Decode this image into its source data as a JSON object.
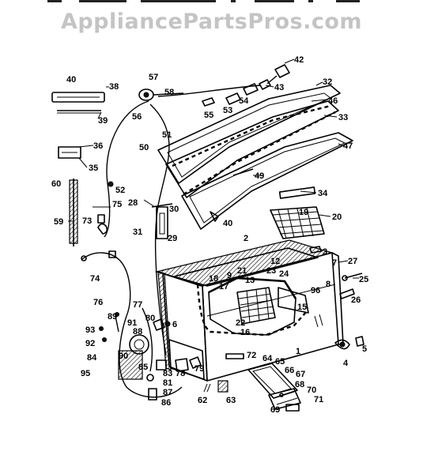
{
  "watermark": "AppliancePartsPros.com",
  "part_labels": [
    "42",
    "57",
    "58",
    "43",
    "40",
    "38",
    "32",
    "53",
    "54",
    "46",
    "55",
    "39",
    "56",
    "33",
    "51",
    "50",
    "47",
    "36",
    "35",
    "49",
    "34",
    "60",
    "52",
    "28",
    "30",
    "75",
    "20",
    "59",
    "73",
    "40",
    "19",
    "31",
    "29",
    "2",
    "3",
    "74",
    "12",
    "9",
    "21",
    "13",
    "23",
    "24",
    "7",
    "27",
    "18",
    "17",
    "25",
    "76",
    "96",
    "8",
    "26",
    "77",
    "89",
    "15",
    "80",
    "91",
    "22",
    "16",
    "6",
    "93",
    "88",
    "92",
    "72",
    "1",
    "90",
    "64",
    "65",
    "4",
    "5",
    "84",
    "85",
    "66",
    "67",
    "83",
    "78",
    "79",
    "95",
    "81",
    "68",
    "87",
    "70",
    "71",
    "86",
    "62",
    "63",
    "69"
  ]
}
